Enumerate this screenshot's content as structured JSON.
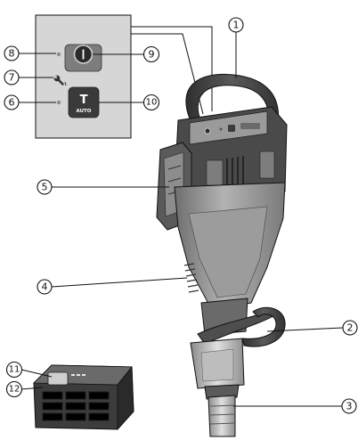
{
  "callouts": [
    {
      "id": "c1",
      "label": "1"
    },
    {
      "id": "c2",
      "label": "2"
    },
    {
      "id": "c3",
      "label": "3"
    },
    {
      "id": "c4",
      "label": "4"
    },
    {
      "id": "c5",
      "label": "5"
    },
    {
      "id": "c6",
      "label": "6"
    },
    {
      "id": "c7",
      "label": "7"
    },
    {
      "id": "c8",
      "label": "8"
    },
    {
      "id": "c9",
      "label": "9"
    },
    {
      "id": "c10",
      "label": "10"
    },
    {
      "id": "c11",
      "label": "11"
    },
    {
      "id": "c12",
      "label": "12"
    }
  ],
  "control_panel": {
    "mode_button_symbol": "T",
    "mode_button_text": "AUTO"
  }
}
